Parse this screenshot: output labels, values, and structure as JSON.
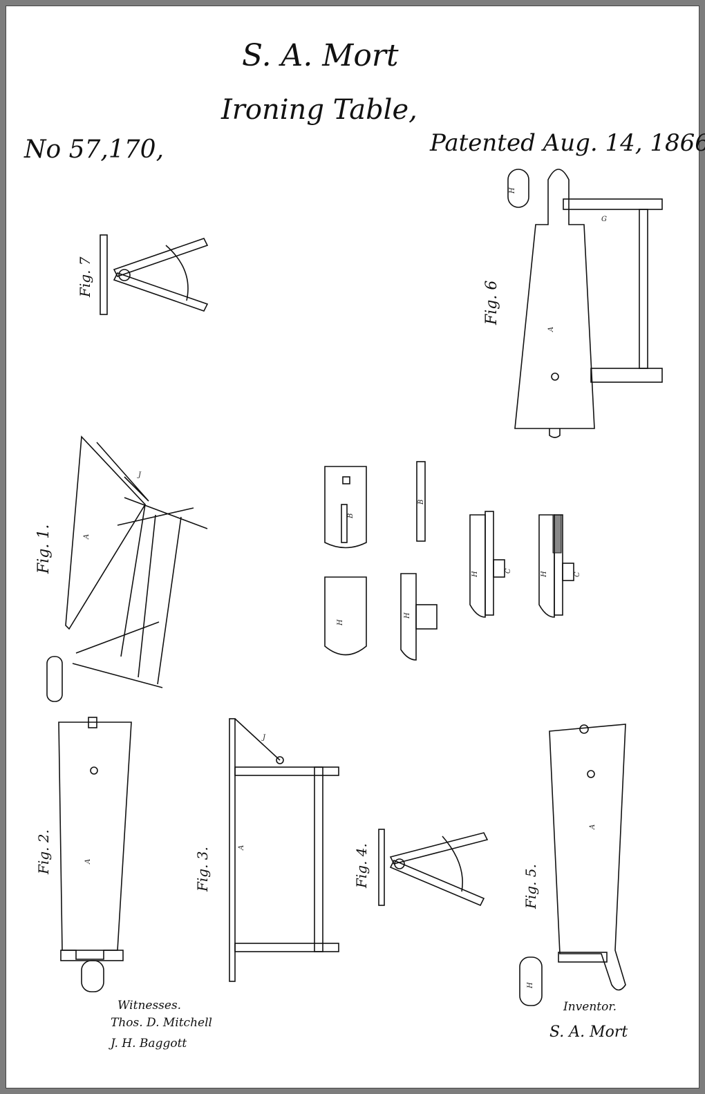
{
  "header": {
    "inventor_name": "S. A. Mort",
    "title": "Ironing Table,",
    "patent_number": "No 57,170,",
    "patent_date": "Patented Aug. 14, 1866."
  },
  "figures": {
    "fig1": "Fig. 1.",
    "fig2": "Fig. 2.",
    "fig3": "Fig. 3.",
    "fig4": "Fig. 4.",
    "fig5": "Fig. 5.",
    "fig6": "Fig. 6",
    "fig7": "Fig. 7"
  },
  "part_labels": {
    "A": "A",
    "B": "B",
    "C": "C",
    "G": "G",
    "H": "H",
    "J": "J"
  },
  "signatures": {
    "witnesses_label": "Witnesses.",
    "witness_1": "Thos. D. Mitchell",
    "witness_2": "J. H. Baggott",
    "inventor_label": "Inventor.",
    "inventor_signature": "S. A. Mort"
  }
}
